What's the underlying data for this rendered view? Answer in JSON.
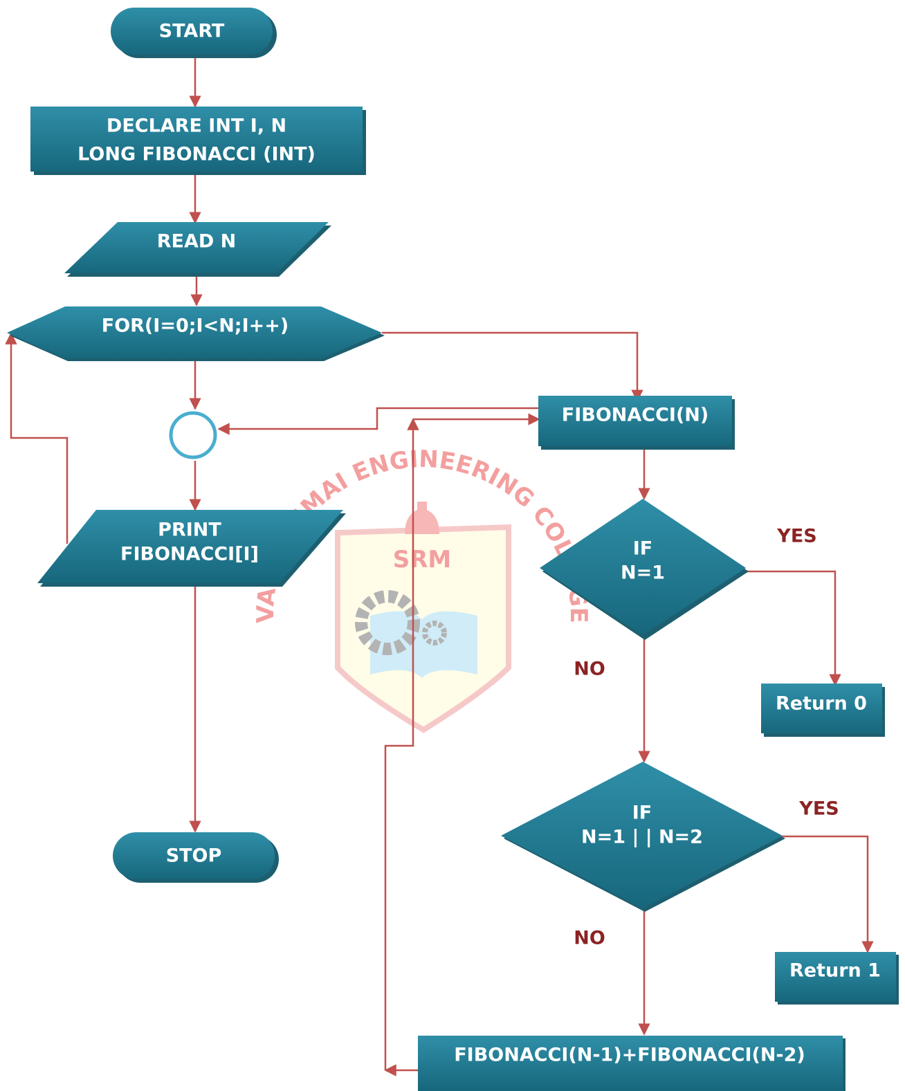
{
  "colors": {
    "shape_fill_top": "#2f8fa8",
    "shape_fill_bottom": "#17677c",
    "shape_shadow": "#1d5f70",
    "connector": "#c0504d",
    "branch_label": "#8b2323",
    "connector_circle_stroke": "#4aaed0",
    "watermark": "#f08080"
  },
  "watermark": {
    "arc_text": "VALLIAMMAI ENGINEERING COLLEGE",
    "logo_text": "SRM",
    "icons": [
      "bell-icon",
      "gear-icon",
      "book-icon"
    ]
  },
  "nodes": {
    "start": {
      "label": "START"
    },
    "declare": {
      "line1": "DECLARE INT I, N",
      "line2": "LONG FIBONACCI (INT)"
    },
    "read": {
      "label": "READ N"
    },
    "for_loop": {
      "label": "FOR(I=0;I<N;I++)"
    },
    "print": {
      "line1": "PRINT",
      "line2": "FIBONACCI[I]"
    },
    "stop": {
      "label": "STOP"
    },
    "fib_call": {
      "label": "FIBONACCI(N)"
    },
    "if1": {
      "line1": "IF",
      "line2": "N=1"
    },
    "return0": {
      "label": "Return 0"
    },
    "if2": {
      "line1": "IF",
      "line2": "N=1 | | N=2"
    },
    "return1": {
      "label": "Return 1"
    },
    "recurse": {
      "label": "FIBONACCI(N-1)+FIBONACCI(N-2)"
    }
  },
  "branch_labels": {
    "if1_yes": "YES",
    "if1_no": "NO",
    "if2_yes": "YES",
    "if2_no": "NO"
  }
}
